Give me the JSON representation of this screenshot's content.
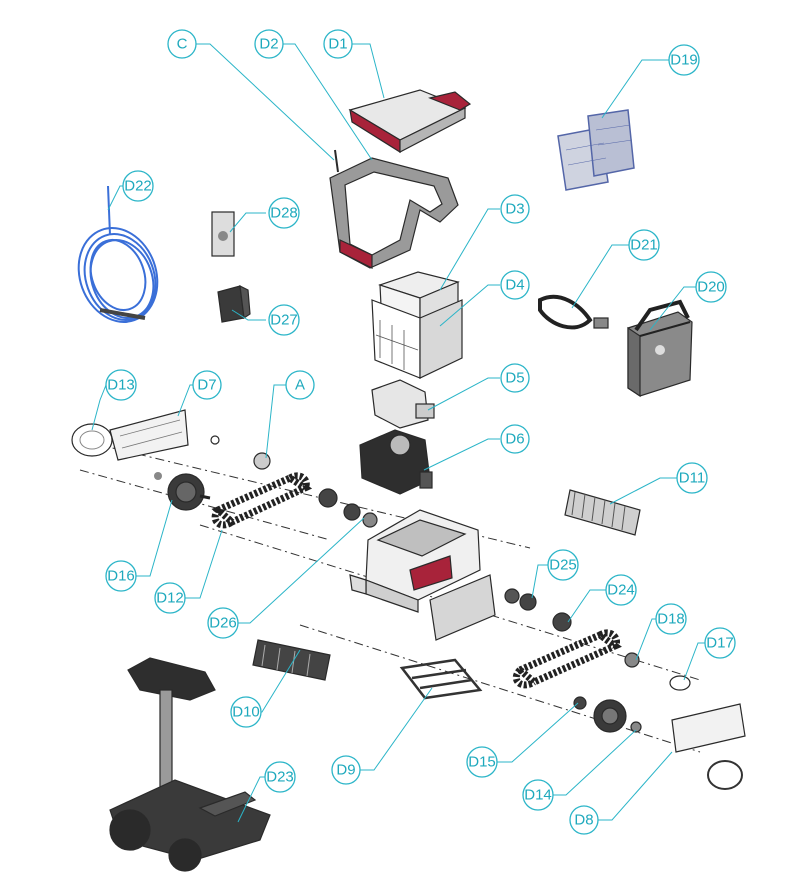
{
  "callouts": {
    "C": "C",
    "D1": "D1",
    "D2": "D2",
    "D3": "D3",
    "D4": "D4",
    "D5": "D5",
    "D6": "D6",
    "D7": "D7",
    "D8": "D8",
    "D9": "D9",
    "D10": "D10",
    "D11": "D11",
    "D12": "D12",
    "D13": "D13",
    "D14": "D14",
    "D15": "D15",
    "D16": "D16",
    "D17": "D17",
    "D18": "D18",
    "D19": "D19",
    "D20": "D20",
    "D21": "D21",
    "D22": "D22",
    "D23": "D23",
    "D24": "D24",
    "D25": "D25",
    "D26": "D26",
    "D27": "D27",
    "D28": "D28",
    "A": "A"
  },
  "colors": {
    "callout_accent": "#2bb5c8",
    "part_red": "#a8233a",
    "part_grey": "#7a7a7a",
    "part_dark": "#2e2e2e",
    "cable_blue": "#3a6fd8",
    "filter_blue": "#5466a8"
  }
}
